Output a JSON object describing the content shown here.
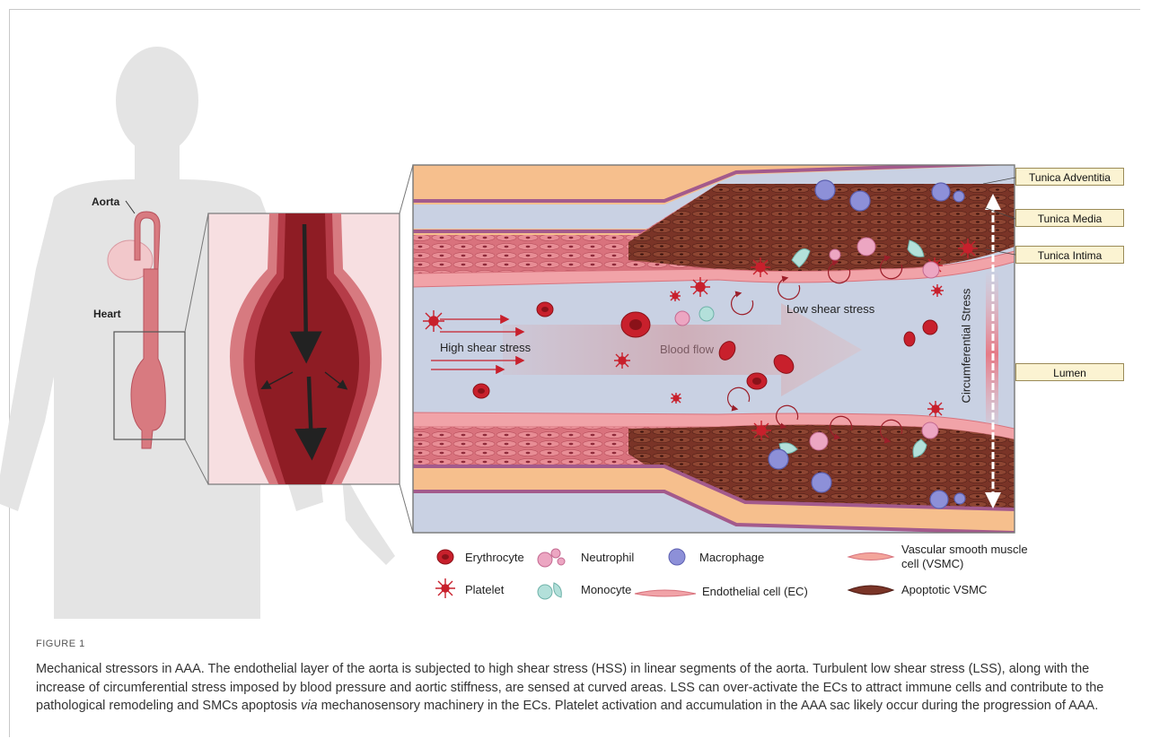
{
  "figure": {
    "label": "FIGURE 1",
    "caption_part1": "Mechanical stressors in AAA. The endothelial layer of the aorta is subjected to high shear stress (HSS) in linear segments of the aorta. Turbulent low shear stress (LSS), along with the increase of circumferential stress imposed by blood pressure and aortic stiffness, are sensed at curved areas. LSS can over-activate the ECs to attract immune cells and contribute to the pathological remodeling and SMCs apoptosis ",
    "caption_italic": "via",
    "caption_part2": " mechanosensory machinery in the ECs. Platelet activation and accumulation in the AAA sac likely occur during the progression of AAA."
  },
  "anatomy": {
    "aorta_label": "Aorta",
    "heart_label": "Heart"
  },
  "vessel": {
    "high_shear": "High shear stress",
    "blood_flow": "Blood flow",
    "low_shear": "Low shear stress",
    "circumferential": "Circumferential Stress"
  },
  "layer_labels": {
    "adventitia": "Tunica Adventitia",
    "media": "Tunica Media",
    "intima": "Tunica Intima",
    "lumen": "Lumen"
  },
  "legend": {
    "erythrocyte": "Erythrocyte",
    "neutrophil": "Neutrophil",
    "macrophage": "Macrophage",
    "vsmc_line1": "Vascular smooth muscle",
    "vsmc_line2": "cell (VSMC)",
    "platelet": "Platelet",
    "monocyte": "Monocyte",
    "endothelial": "Endothelial cell (EC)",
    "apoptotic": "Apoptotic VSMC"
  },
  "colors": {
    "lumen": "#c9d1e3",
    "adventitia": "#f6bf8d",
    "media": "#d46a78",
    "intima": "#f1a3a8",
    "apoptotic": "#6e2b22",
    "erythrocyte": "#c8202c",
    "macrophage": "#8b8fd6",
    "neutrophil": "#e89ab8",
    "monocyte": "#a9d9d3"
  }
}
